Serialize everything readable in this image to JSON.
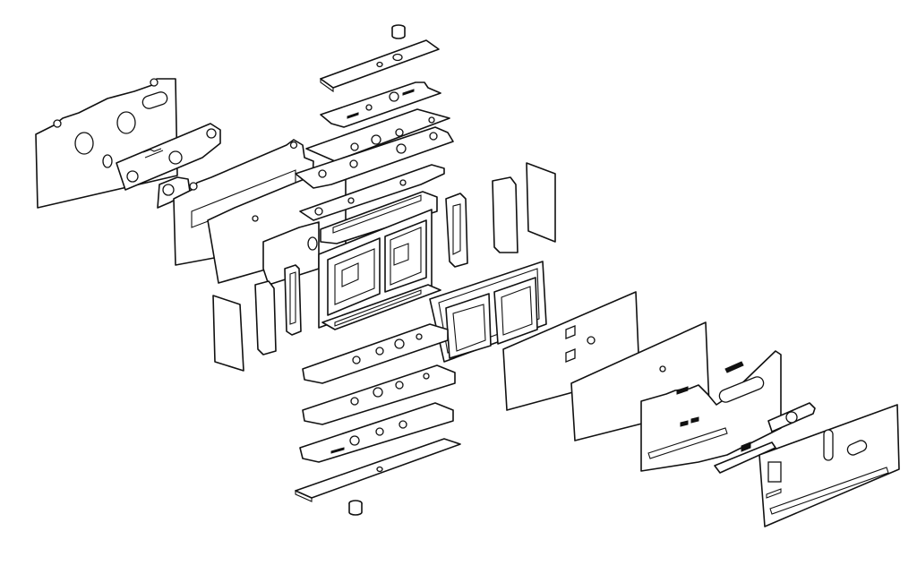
{
  "figure": {
    "kind": "exploded isometric assembly line drawing",
    "colors": {
      "background": "#ffffff",
      "line": "#111111"
    },
    "groups": [
      {
        "name": "rear-mounting-plates",
        "parts": 4
      },
      {
        "name": "upper-contact-strip-stack",
        "parts": 6
      },
      {
        "name": "central-frame-housing",
        "parts": 3
      },
      {
        "name": "side-edge-clips",
        "parts": 7
      },
      {
        "name": "lower-contact-strip-stack",
        "parts": 5
      },
      {
        "name": "front-cover-plates",
        "parts": 5
      }
    ]
  }
}
